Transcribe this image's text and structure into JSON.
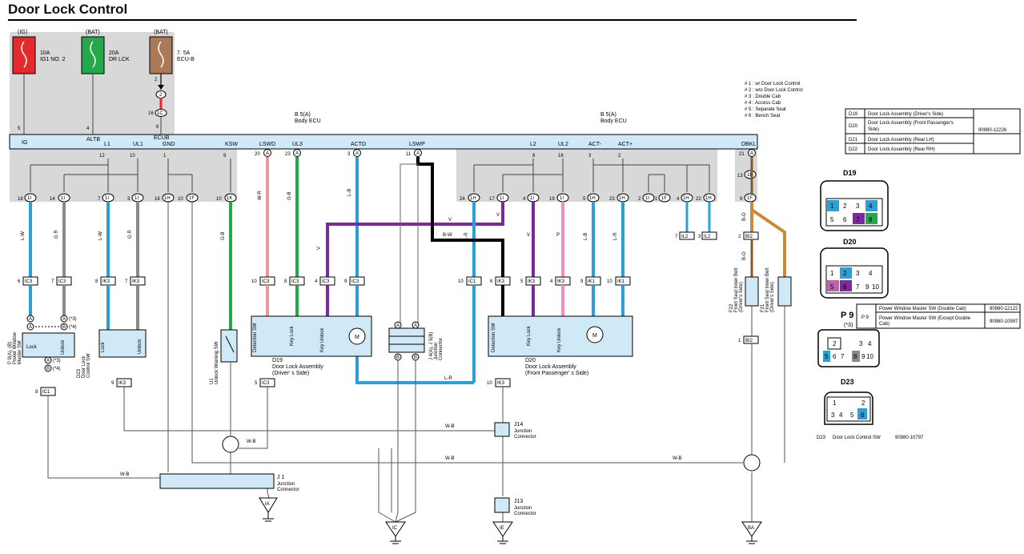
{
  "page": {
    "title": "Door Lock Control"
  },
  "fuses": [
    {
      "tag": "(IG)",
      "line1": "10A",
      "line2": "IG1 NO. 2",
      "color": "#e42a2a"
    },
    {
      "tag": "(BAT)",
      "line1": "20A",
      "line2": "DR LCK",
      "color": "#24a84a"
    },
    {
      "tag": "(BAT)",
      "line1": "7. 5A",
      "line2": "ECU-B",
      "color": "#a97a55"
    }
  ],
  "notes": [
    "# 1 : w/ Door Lock Control",
    "# 2 : w/o Door Lock Control",
    "# 3 : Double Cab",
    "# 4 : Access Cab",
    "# 5 : Separate Seat",
    "# 6 : Bench Seat"
  ],
  "ecu": {
    "id_left": "B 5(A)",
    "name_left": "Body ECU",
    "id_right": "B 5(A)",
    "name_right": "Body ECU",
    "ecub": "ECUB",
    "terminals": [
      "IG",
      "ALTB",
      "L1",
      "UL1",
      "GND",
      "KSW",
      "LSWD",
      "UL3",
      "ACTD",
      "LSWP",
      "L2",
      "UL2",
      "ACT-",
      "ACT+",
      "DBKL"
    ],
    "pins_top": [
      "5",
      "4",
      "12",
      "10",
      "1",
      "9",
      "20",
      "23",
      "3",
      "11",
      "8",
      "16",
      "3",
      "2",
      "21"
    ],
    "pin_ecub": "16"
  },
  "connectors": {
    "c1": [
      "18",
      "14",
      "7",
      "3",
      "18",
      "10",
      "10",
      "24",
      "17",
      "4",
      "19",
      "5",
      "23",
      "2",
      "1",
      "4",
      "22",
      "13",
      "9"
    ],
    "c1_id": [
      "1I",
      "1I",
      "1I",
      "1I",
      "1H",
      "1F",
      "1K",
      "1H",
      "1I",
      "1I",
      "1I",
      "1H",
      "1H",
      "1I",
      "1F",
      "1H",
      "1H",
      "1E",
      "1F"
    ]
  },
  "wires": {
    "lw": "L-W",
    "gr": "G R",
    "wb": "W-B",
    "gb": "G-B",
    "wr": "W-R",
    "lb": "L-B",
    "lr": "L-R",
    "v": "V",
    "p": "P",
    "bw": "B-W",
    "bo": "B-O"
  },
  "parts": {
    "p9_label": "P 9(A), (B)\nPower Window\nMaster SW",
    "p9_lock": "Lock",
    "p9_unlock": "Unlock",
    "d23_label": "D23\nDoor Lock\nControl SW",
    "u1_label": "U1\nUnlock Warning SW",
    "d19_name": "D19",
    "d19_desc": "Door Lock Assembly",
    "d19_side": "(Driver' s Side)",
    "d20_name": "D20",
    "d20_desc": "Door Lock Assembly",
    "d20_side": "(Front Passenger' s Side)",
    "det": "Detection SW",
    "keylock": "Key Lock",
    "keyunlock": "Key Unlock",
    "motor": "M",
    "j4": "J 4(A), J 5(B)\nJunction\nConnector",
    "j1": "J 1",
    "j1_desc": "Junction\nConnector",
    "j14": "J14",
    "j14_desc": "Junction\nConnector",
    "j13": "J13",
    "j13_desc": "Junction\nConnector",
    "f22": "F22\nFront Seat Inner Belt\n(Driver's Side)",
    "f21": "F21\nFront Seat Inner Belt\n(Driver's Side)",
    "grounds": [
      "IA",
      "IC",
      "IE",
      "BA"
    ]
  },
  "table": [
    {
      "code": "D19",
      "name": "Door Lock Assembly (Driver's Side)",
      "part": "90980-12226"
    },
    {
      "code": "D20",
      "name": "Door Lock Assembly (Front Passenger's Side)",
      "part": ""
    },
    {
      "code": "D21",
      "name": "Door Lock Assembly (Rear LH)",
      "part": ""
    },
    {
      "code": "D22",
      "name": "Door Lock Assembly (Rear RH)",
      "part": ""
    }
  ],
  "p9_table": [
    {
      "code": "P 9",
      "name": "Power Window Master SW (Double Cab)",
      "part": "90980-12122"
    },
    {
      "code": "",
      "name": "Power Window Master SW (Except Double Cab)",
      "part": "90980-10997"
    }
  ],
  "views": {
    "d19": "D19",
    "d20": "D20",
    "p9": "P 9",
    "p9_sub": "(*3)",
    "d23": "D23"
  },
  "d23_ref": {
    "code": "D23",
    "name": "Door Lock Control SW",
    "part": "90980-10797"
  }
}
